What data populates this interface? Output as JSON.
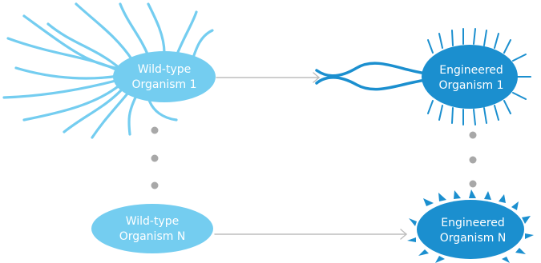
{
  "colors": {
    "wild": "#74cdf0",
    "engineered": "#1b8fcf",
    "arrow": "#bdbdbd",
    "dot": "#a8a8a8",
    "label": "#ffffff"
  },
  "organisms": {
    "wild_1": {
      "line1": "Wild-type",
      "line2": "Organism 1"
    },
    "wild_n": {
      "line1": "Wild-type",
      "line2": "Organism N"
    },
    "eng_1": {
      "line1": "Engineered",
      "line2": "Organism 1"
    },
    "eng_n": {
      "line1": "Engineered",
      "line2": "Organism N"
    }
  },
  "icons": {
    "flagella": "flagella-icon",
    "pili": "pili-icon",
    "spikes": "spikes-icon",
    "arrow": "arrow-icon",
    "ellipsis": "vertical-ellipsis-icon"
  }
}
